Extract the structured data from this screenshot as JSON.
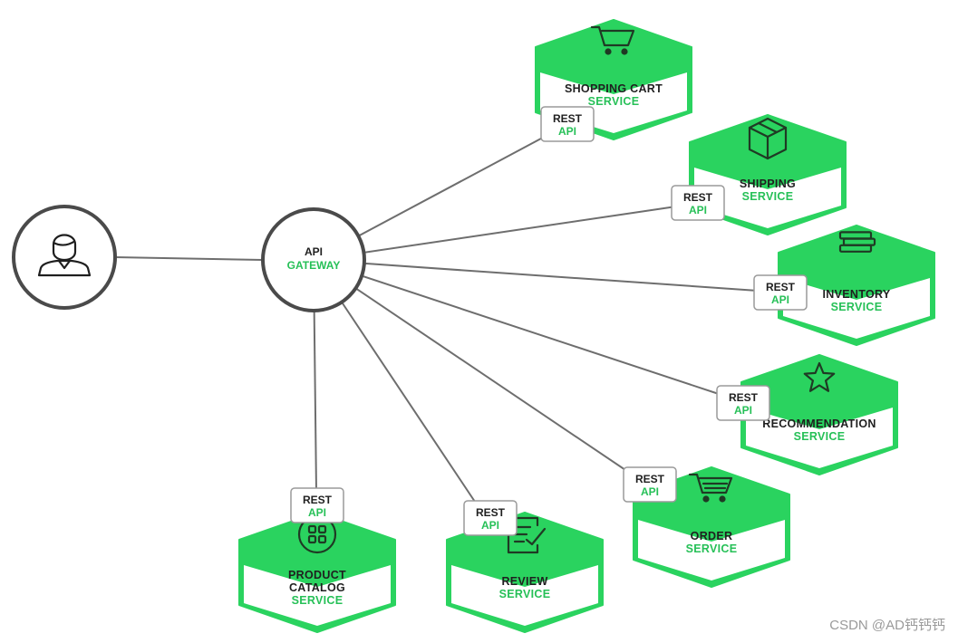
{
  "colors": {
    "accent": "#26c057",
    "line": "#6e6e6e",
    "ink": "#1f1f1f",
    "hex_top": "#2ad35f",
    "hex_body": "#ffffff"
  },
  "client": {
    "icon": "user-icon"
  },
  "gateway": {
    "line1": "API",
    "line2": "GATEWAY"
  },
  "tag": {
    "line1": "REST",
    "line2": "API"
  },
  "services": [
    {
      "id": "shopping-cart",
      "lines": [
        "SHOPPING CART"
      ],
      "sub": "SERVICE",
      "icon": "cart-icon"
    },
    {
      "id": "shipping",
      "lines": [
        "SHIPPING"
      ],
      "sub": "SERVICE",
      "icon": "package-icon"
    },
    {
      "id": "inventory",
      "lines": [
        "INVENTORY"
      ],
      "sub": "SERVICE",
      "icon": "stack-icon"
    },
    {
      "id": "recommendation",
      "lines": [
        "RECOMMENDATION"
      ],
      "sub": "SERVICE",
      "icon": "star-icon"
    },
    {
      "id": "order",
      "lines": [
        "ORDER"
      ],
      "sub": "SERVICE",
      "icon": "order-cart-icon"
    },
    {
      "id": "review",
      "lines": [
        "REVIEW"
      ],
      "sub": "SERVICE",
      "icon": "review-icon"
    },
    {
      "id": "product-catalog",
      "lines": [
        "PRODUCT",
        "CATALOG"
      ],
      "sub": "SERVICE",
      "icon": "grid-icon"
    }
  ],
  "watermark": "CSDN @AD钙钙钙"
}
